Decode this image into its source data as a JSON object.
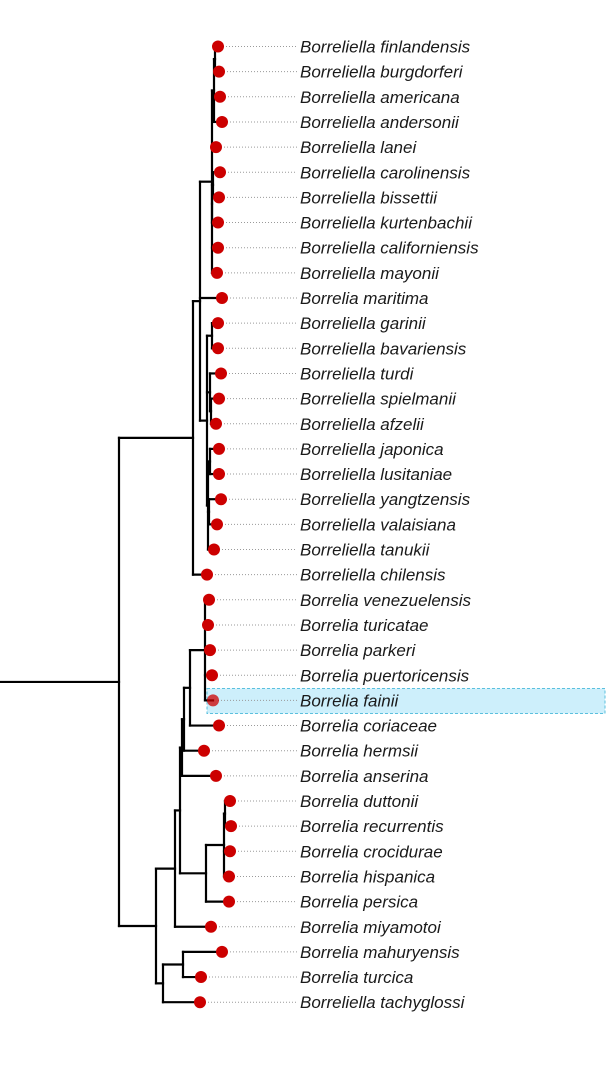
{
  "tree": {
    "colors": {
      "branch": "#000000",
      "tip": "#cc0000",
      "highlight_fill": "#cdeffb",
      "highlight_border": "#5bc0de"
    },
    "highlighted_leaf": "Borrelia fainii",
    "leaves": [
      "Borreliella finlandensis",
      "Borreliella burgdorferi",
      "Borreliella americana",
      "Borreliella andersonii",
      "Borreliella lanei",
      "Borreliella carolinensis",
      "Borreliella bissettii",
      "Borreliella kurtenbachii",
      "Borreliella californiensis",
      "Borreliella mayonii",
      "Borrelia maritima",
      "Borreliella garinii",
      "Borreliella bavariensis",
      "Borreliella turdi",
      "Borreliella spielmanii",
      "Borreliella afzelii",
      "Borreliella japonica",
      "Borreliella lusitaniae",
      "Borreliella yangtzensis",
      "Borreliella valaisiana",
      "Borreliella tanukii",
      "Borreliella chilensis",
      "Borrelia venezuelensis",
      "Borrelia turicatae",
      "Borrelia parkeri",
      "Borrelia puertoricensis",
      "Borrelia fainii",
      "Borrelia coriaceae",
      "Borrelia hermsii",
      "Borrelia anserina",
      "Borrelia duttonii",
      "Borrelia recurrentis",
      "Borrelia crocidurae",
      "Borrelia hispanica",
      "Borrelia persica",
      "Borrelia miyamotoi",
      "Borrelia mahuryensis",
      "Borrelia turcica",
      "Borreliella tachyglossi"
    ]
  }
}
